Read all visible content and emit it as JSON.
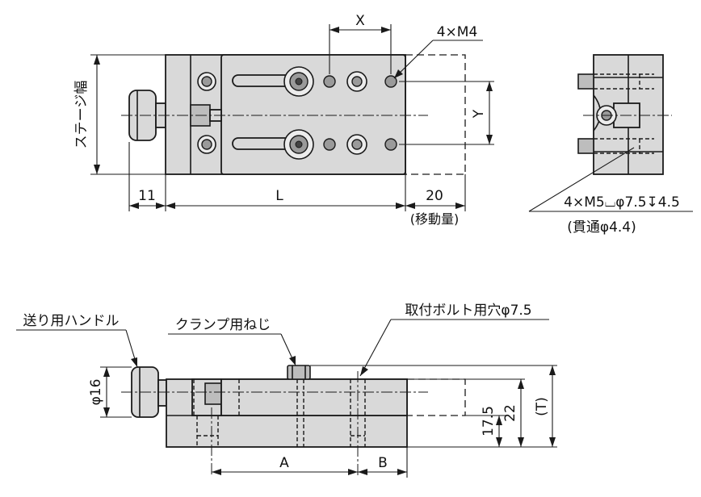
{
  "top_view": {
    "stage_width_label": "ステージ幅",
    "dim_11": "11",
    "dim_L": "L",
    "dim_20": "20",
    "travel_label": "(移動量)",
    "dim_X": "X",
    "dim_Y": "Y",
    "tapped_holes_label": "4×M4"
  },
  "side_view": {
    "counterbore_label": "4×M5⌴φ7.5↧4.5",
    "through_label": "(貫通φ4.4)"
  },
  "front_view": {
    "handle_label": "送り用ハンドル",
    "clamp_label": "クランプ用ねじ",
    "mount_hole_label": "取付ボルト用穴φ7.5",
    "dim_phi16": "φ16",
    "dim_17_5": "17.5",
    "dim_22": "22",
    "dim_T": "(T)",
    "dim_A": "A",
    "dim_B": "B"
  }
}
